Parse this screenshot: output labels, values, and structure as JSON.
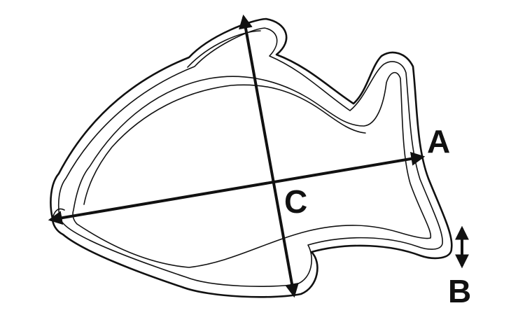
{
  "diagram": {
    "labels": {
      "length": "A",
      "thickness": "B",
      "diagonal": "C"
    },
    "colors": {
      "stroke": "#111111",
      "background": "#ffffff"
    }
  }
}
